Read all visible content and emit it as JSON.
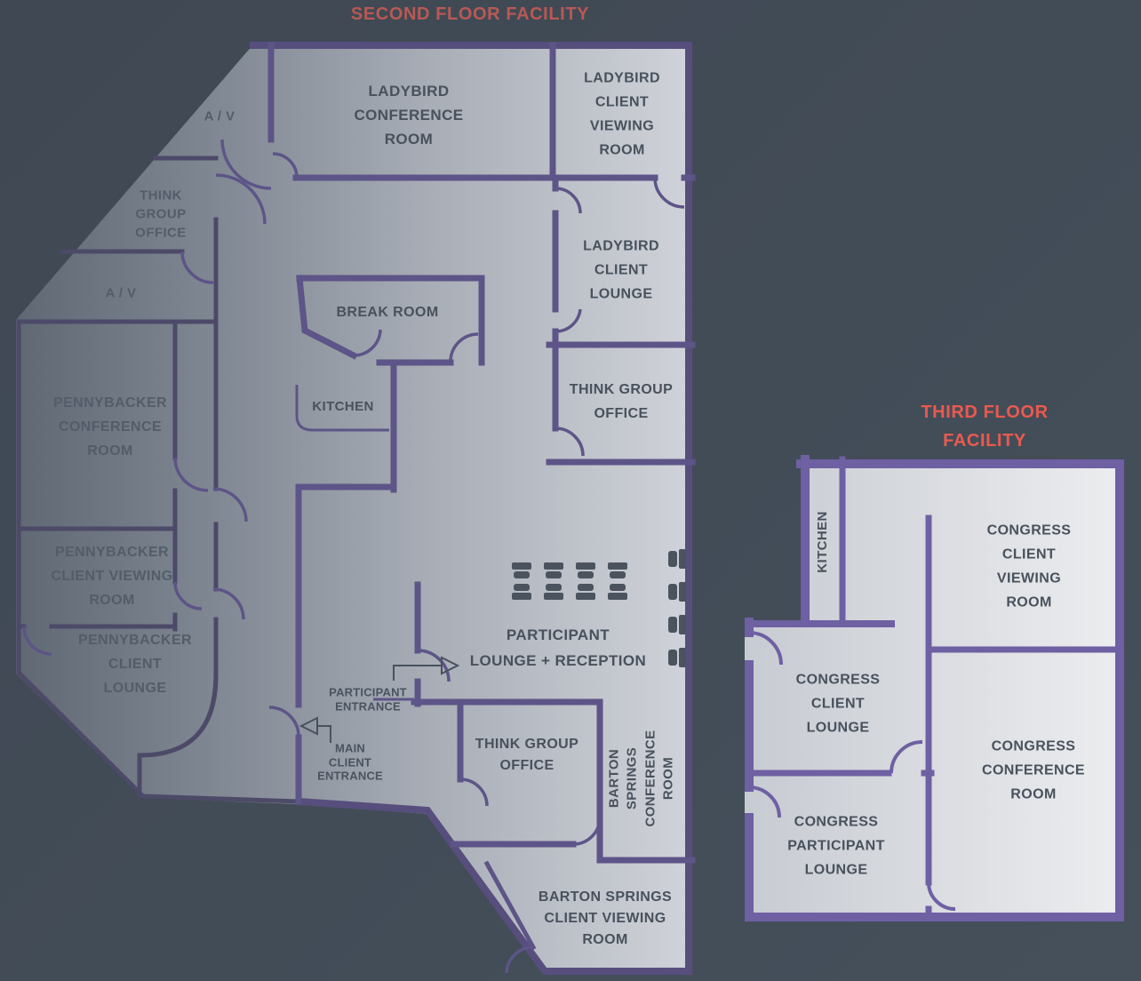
{
  "colors": {
    "background": "#424b56",
    "second_floor_title": "#b85955",
    "third_floor_title": "#e95a4f",
    "wall_purple_muted": "#5d5488",
    "wall_purple_bright": "#6e60a3",
    "floor_fill_light": "#d0d3d9",
    "label_text": "#48515c"
  },
  "icons": {
    "chair": "chair-icon",
    "participant_entrance_arrow": "arrow-right-icon",
    "main_entrance_arrow": "arrow-left-icon"
  },
  "second_floor": {
    "title": "SECOND FLOOR FACILITY",
    "rooms": {
      "av_upper": "A / V",
      "think_group_office_nw": "THINK\nGROUP\nOFFICE",
      "av_lower": "A / V",
      "pennybacker_conference": "PENNYBACKER\nCONFERENCE\nROOM",
      "pennybacker_client_viewing": "PENNYBACKER\nCLIENT VIEWING\nROOM",
      "pennybacker_client_lounge": "PENNYBACKER\nCLIENT\nLOUNGE",
      "ladybird_conference": "LADYBIRD\nCONFERENCE\nROOM",
      "ladybird_client_viewing": "LADYBIRD\nCLIENT\nVIEWING\nROOM",
      "ladybird_client_lounge": "LADYBIRD\nCLIENT\nLOUNGE",
      "think_group_office_east": "THINK GROUP\nOFFICE",
      "break_room": "BREAK ROOM",
      "kitchen": "KITCHEN",
      "participant_lounge_reception": "PARTICIPANT\nLOUNGE + RECEPTION",
      "think_group_office_south": "THINK GROUP\nOFFICE",
      "barton_springs_conference": "BARTON\nSPRINGS\nCONFERENCE\nROOM",
      "barton_springs_client_viewing": "BARTON SPRINGS\nCLIENT VIEWING\nROOM"
    },
    "entrances": {
      "participant": "PARTICIPANT\nENTRANCE",
      "main_client": "MAIN\nCLIENT\nENTRANCE"
    }
  },
  "third_floor": {
    "title": "THIRD FLOOR FACILITY",
    "rooms": {
      "kitchen": "KITCHEN",
      "congress_client_viewing": "CONGRESS\nCLIENT VIEWING\nROOM",
      "congress_client_lounge": "CONGRESS\nCLIENT\nLOUNGE",
      "congress_conference": "CONGRESS\nCONFERENCE\nROOM",
      "congress_participant_lounge": "CONGRESS\nPARTICIPANT\nLOUNGE"
    }
  }
}
